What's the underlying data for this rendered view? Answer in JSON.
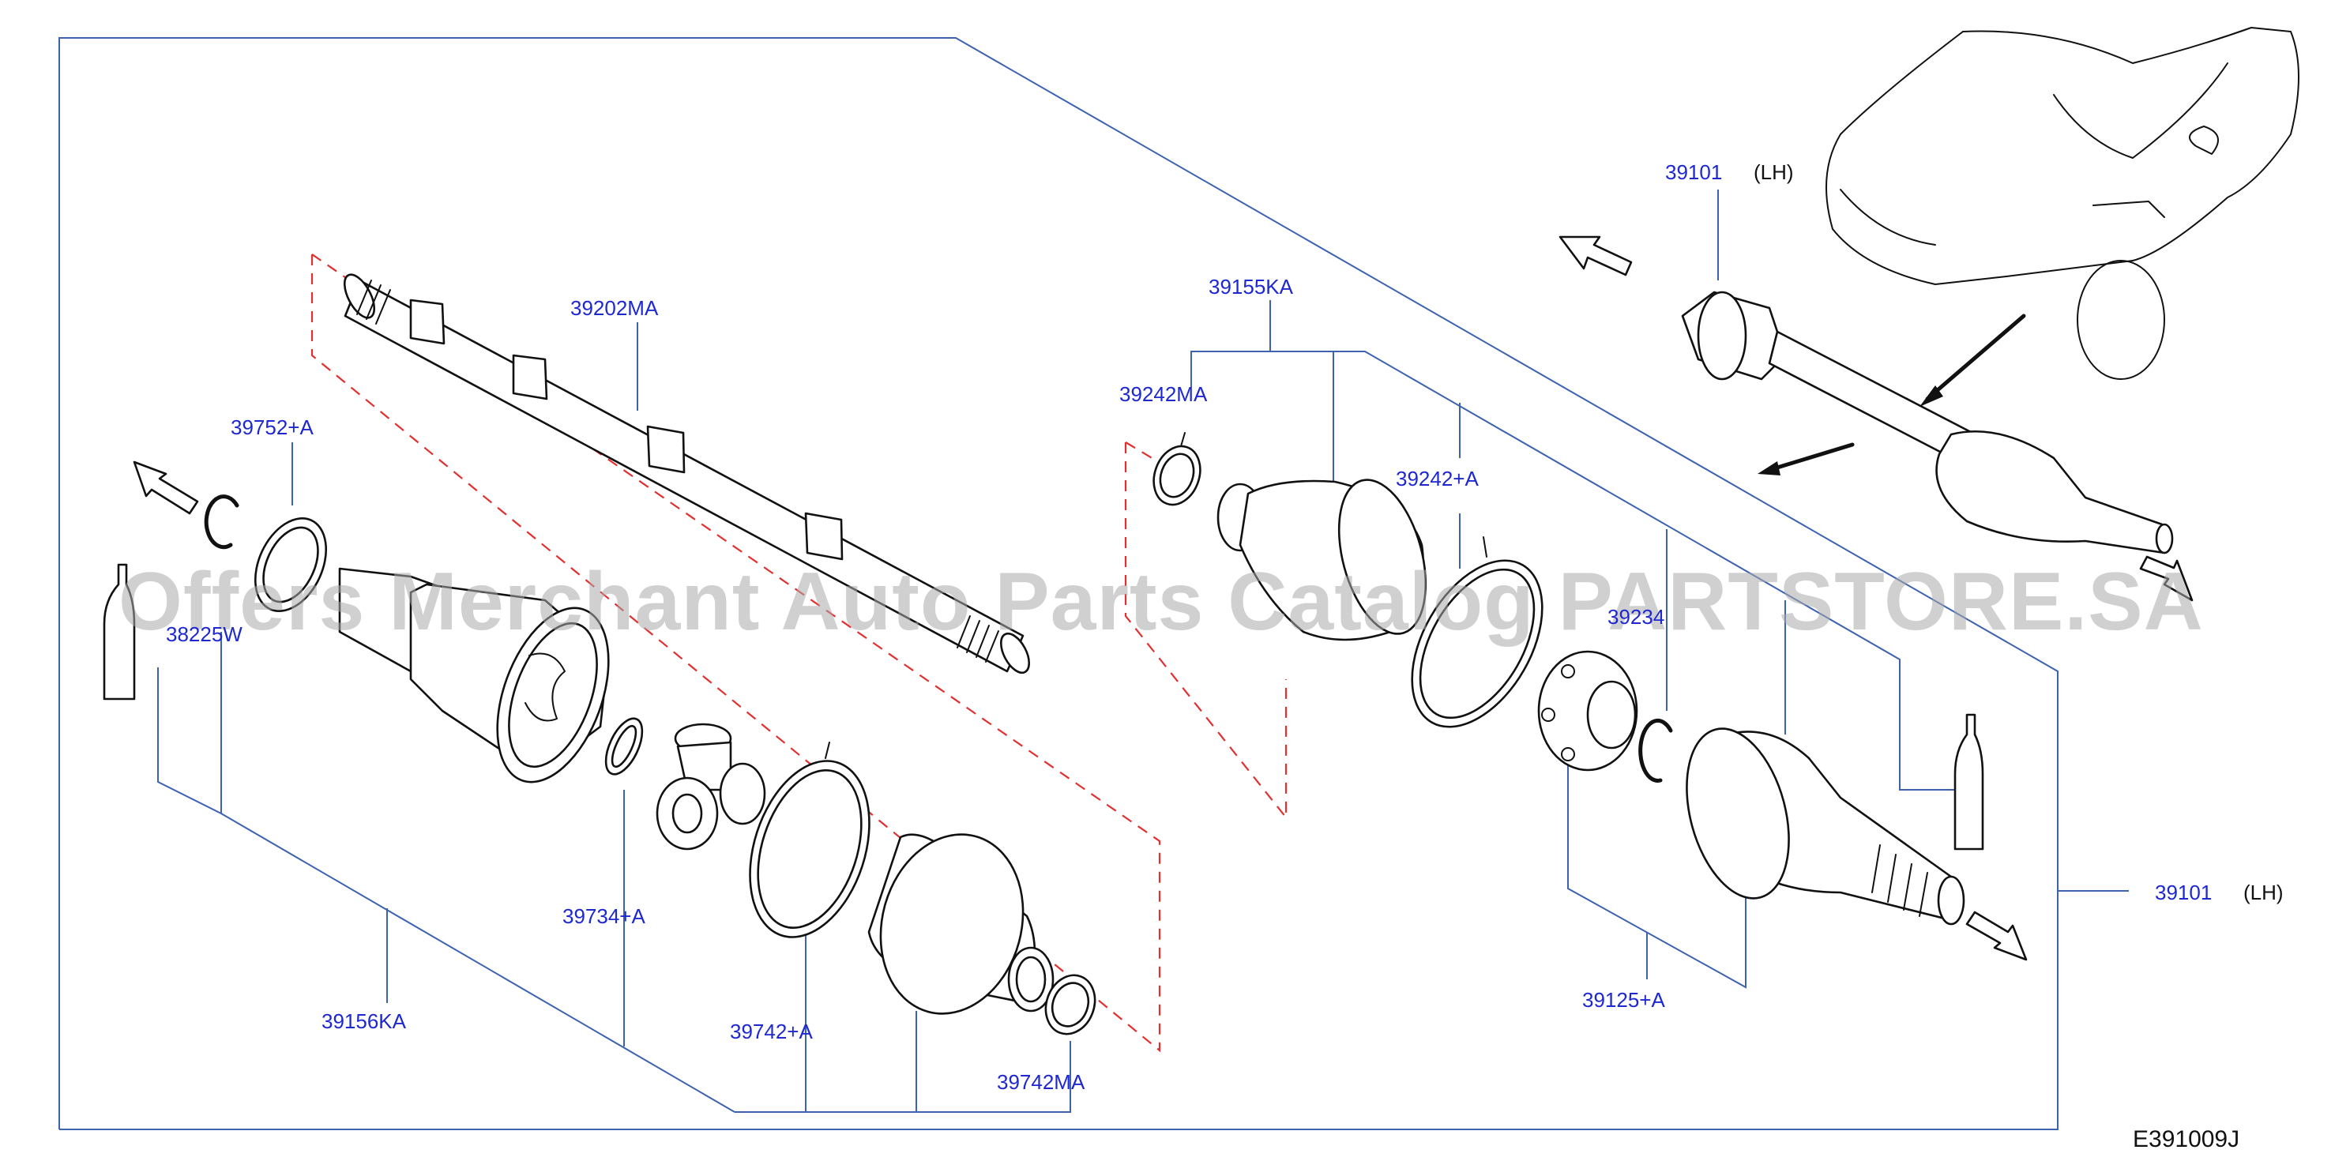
{
  "diagram": {
    "code": "E391009J",
    "watermark": "Offers Merchant Auto Parts Catalog PARTSTORE.SA",
    "labels": {
      "shaft": "39202MA",
      "clamp_ring_top": "39752+A",
      "plug": "38225W",
      "inner_joint": "39156KA",
      "snap_ring_inner": "39734+A",
      "band_inner_small": "39742MA",
      "band_inner_large": "39742+A",
      "boot_kit": "39155KA",
      "band_outer_small": "39242MA",
      "band_outer_large": "39242+A",
      "snap_ring_outer": "39234",
      "outer_joint": "39125+A",
      "assembly_side": "39101",
      "assembly_side_note": "(LH)",
      "assembly_top": "39101",
      "assembly_top_note": "(LH)"
    }
  }
}
